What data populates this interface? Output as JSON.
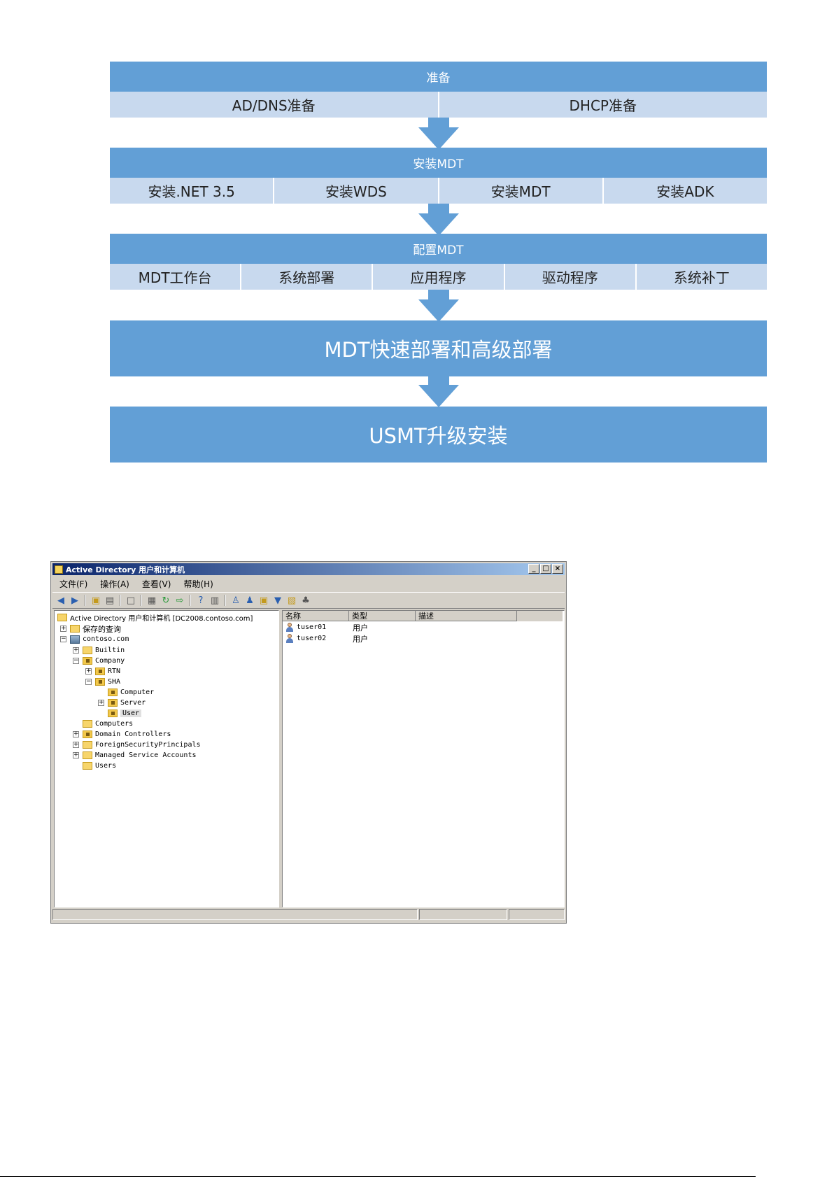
{
  "diagram": {
    "section1": {
      "title": "准备",
      "items": [
        "AD/DNS准备",
        "DHCP准备"
      ]
    },
    "section2": {
      "title": "安装MDT",
      "items": [
        "安装.NET 3.5",
        "安装WDS",
        "安装MDT",
        "安装ADK"
      ]
    },
    "section3": {
      "title": "配置MDT",
      "items": [
        "MDT工作台",
        "系统部署",
        "应用程序",
        "驱动程序",
        "系统补丁"
      ]
    },
    "section4": {
      "title": "MDT快速部署和高级部署"
    },
    "section5": {
      "title": "USMT升级安装"
    },
    "colors": {
      "header": "#629fd6",
      "subrow": "#c8d9ee"
    }
  },
  "window": {
    "title": "Active Directory 用户和计算机",
    "buttons": {
      "minimize": "_",
      "maximize": "□",
      "close": "×"
    },
    "menu": [
      "文件(F)",
      "操作(A)",
      "查看(V)",
      "帮助(H)"
    ],
    "tree": {
      "root": "Active Directory 用户和计算机 [DC2008.contoso.com]",
      "saved": "保存的查询",
      "domain": "contoso.com",
      "builtin": "Builtin",
      "company": "Company",
      "rtn": "RTN",
      "sha": "SHA",
      "computer": "Computer",
      "server": "Server",
      "user": "User",
      "computers": "Computers",
      "dc": "Domain Controllers",
      "fsp": "ForeignSecurityPrincipals",
      "msa": "Managed Service Accounts",
      "users": "Users"
    },
    "list": {
      "columns": [
        "名称",
        "类型",
        "描述"
      ],
      "rows": [
        {
          "name": "tuser01",
          "type": "用户"
        },
        {
          "name": "tuser02",
          "type": "用户"
        }
      ]
    }
  }
}
